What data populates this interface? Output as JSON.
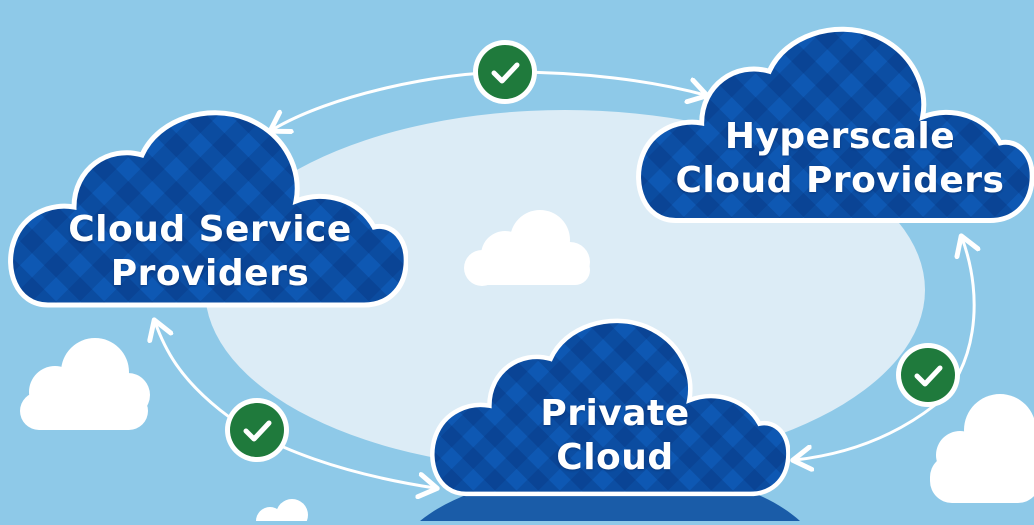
{
  "colors": {
    "sky": "#8ec9e8",
    "ellipse": "#dcecf6",
    "cloud_blue": "#0b4a9e",
    "cloud_outline": "#ffffff",
    "check_green": "#1f7a3c",
    "arrow": "#ffffff"
  },
  "nodes": {
    "cloud_service_providers": {
      "line1": "Cloud Service",
      "line2": "Providers"
    },
    "hyperscale_cloud_providers": {
      "line1": "Hyperscale",
      "line2": "Cloud Providers"
    },
    "private_cloud": {
      "line1": "Private",
      "line2": "Cloud"
    }
  },
  "connectors": [
    {
      "from": "Cloud Service Providers",
      "to": "Hyperscale Cloud Providers",
      "icon": "check-icon"
    },
    {
      "from": "Hyperscale Cloud Providers",
      "to": "Private Cloud",
      "icon": "check-icon"
    },
    {
      "from": "Private Cloud",
      "to": "Cloud Service Providers",
      "icon": "check-icon"
    }
  ],
  "decor": {
    "icon": "white-cloud-icon"
  }
}
